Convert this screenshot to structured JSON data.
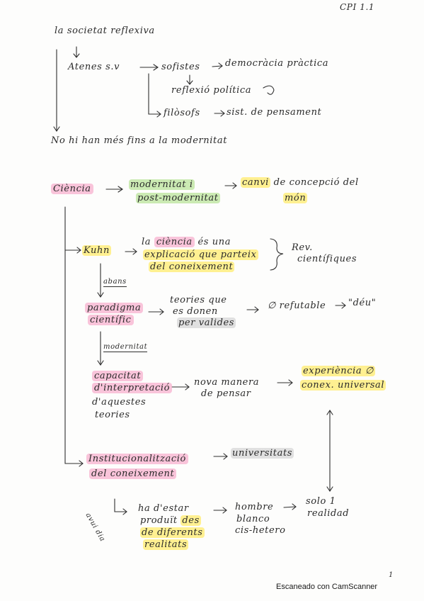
{
  "header_label": "CPI 1.1",
  "section1": {
    "title": "la societat reflexiva",
    "atenes": "Atenes s.v",
    "sofistes": "sofistes",
    "democracia": "democràcia pràctica",
    "reflexio": "reflexió política",
    "filosofs": "filòsofs",
    "sistema": "sist. de pensament",
    "conclusion": "No hi han més fins a la modernitat"
  },
  "section2": {
    "ciencia": "Ciència",
    "modernitat_line1": "modernitat i",
    "modernitat_line2": "post-modernitat",
    "canvi": "canvi",
    "concepcio": "de concepció del",
    "mon": "món",
    "kuhn": "Kuhn",
    "kuhn_text_1a": "la ",
    "kuhn_text_1b": "ciència",
    "kuhn_text_1c": " és una",
    "kuhn_text_2": "explicació que parteix",
    "kuhn_text_3": "del coneixement",
    "rev_line1": "Rev.",
    "rev_line2": "científiques",
    "abans": "abans",
    "paradigma_line1": "paradigma",
    "paradigma_line2": "científic",
    "teories_line1": "teories que",
    "teories_line2": "es donen",
    "teories_line3": "per valides",
    "refutable_prefix": "∅",
    "refutable": "refutable",
    "deu": "\"déu\"",
    "modernitat_small": "modernitat",
    "capacitat_line1": "capacitat",
    "capacitat_line2": "d'interpretació",
    "capacitat_line3": "d'aquestes",
    "capacitat_line4": "teories",
    "nova_line1": "nova manera",
    "nova_line2": "de pensar",
    "experiencia_line1": "experiència ∅",
    "experiencia_line2": "conex. universal",
    "institucio_line1": "Institucionalització",
    "institucio_line2": "del coneixement",
    "universitats": "universitats",
    "avui_dia": "avui dia",
    "produit_line1": "ha d'estar",
    "produit_line2a": "produït ",
    "produit_line2b": "des",
    "produit_line3": "de diferents",
    "produit_line4": "realitats",
    "hombre_line1": "hombre",
    "hombre_line2": "blanco",
    "hombre_line3": "cis-hetero",
    "solo_line1": "solo 1",
    "solo_line2": "realidad"
  },
  "page_number": "1",
  "footer": "Escaneado con CamScanner"
}
